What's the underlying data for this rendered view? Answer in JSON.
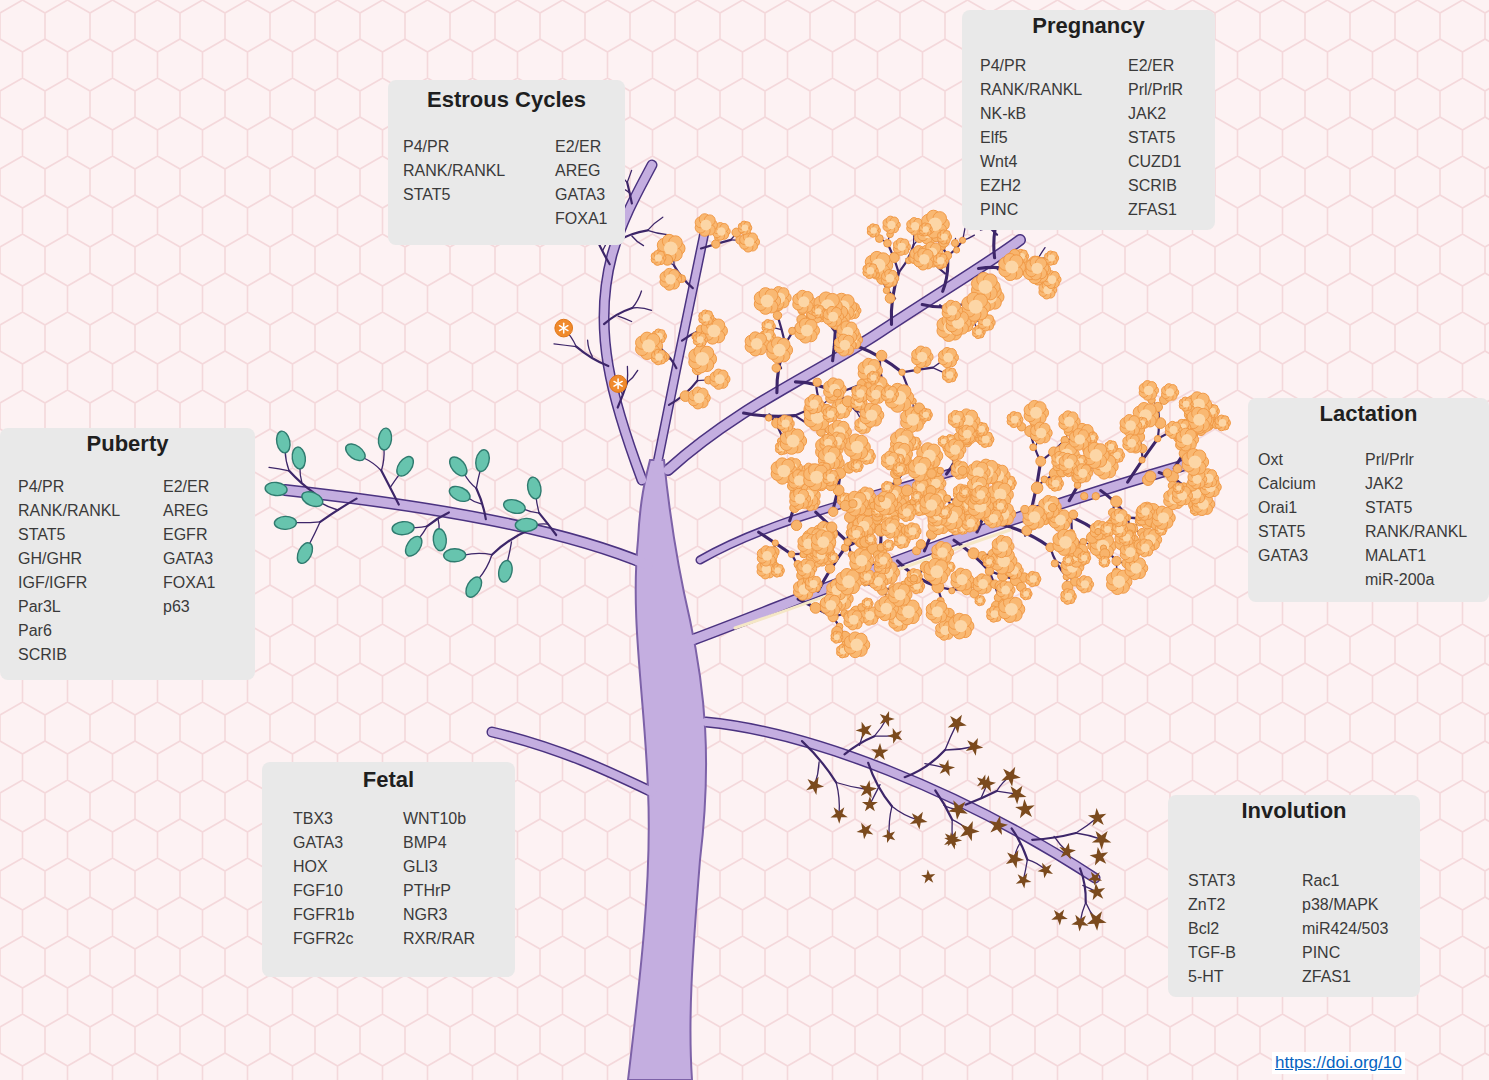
{
  "diagram": {
    "nodes": [
      {
        "text": [
          "Pregnancy",
          "P4/PR RANK/RANKL NK-kB Elf5 Wnt4 EZH2 PINC",
          "E2/ER Prl/PrlR JAK2 STAT5 CUZD1 SCRIB ZFAS1"
        ]
      },
      {
        "text": [
          "Estrous Cycles",
          "P4/PR RANK/RANKL STAT5",
          "E2/ER AREG GATA3 FOXA1"
        ]
      },
      {
        "text": [
          "Lactation",
          "Oxt Calcium Orai1 STAT5 GATA3",
          "Prl/Prlr JAK2 STAT5 RANK/RANKL MALAT1 miR-200a"
        ]
      },
      {
        "text": [
          "Puberty",
          "P4/PR RANK/RANKL STAT5 GH/GHR IGF/IGFR Par3L Par6 SCRIB",
          "E2/ER AREG EGFR GATA3 FOXA1 p63"
        ]
      },
      {
        "text": [
          "Fetal",
          "TBX3 GATA3 HOX FGF10 FGFR1b FGFR2c",
          "WNT10b BMP4 GLI3 PTHrP NGR3 RXR/RAR"
        ]
      },
      {
        "text": [
          "Involution",
          "STAT3 ZnT2 Bcl2 TGF-B 5-HT",
          "Rac1 p38/MAPK miR424/503 PINC ZFAS1"
        ]
      }
    ],
    "labels": [
      "https://doi.org/10"
    ]
  }
}
